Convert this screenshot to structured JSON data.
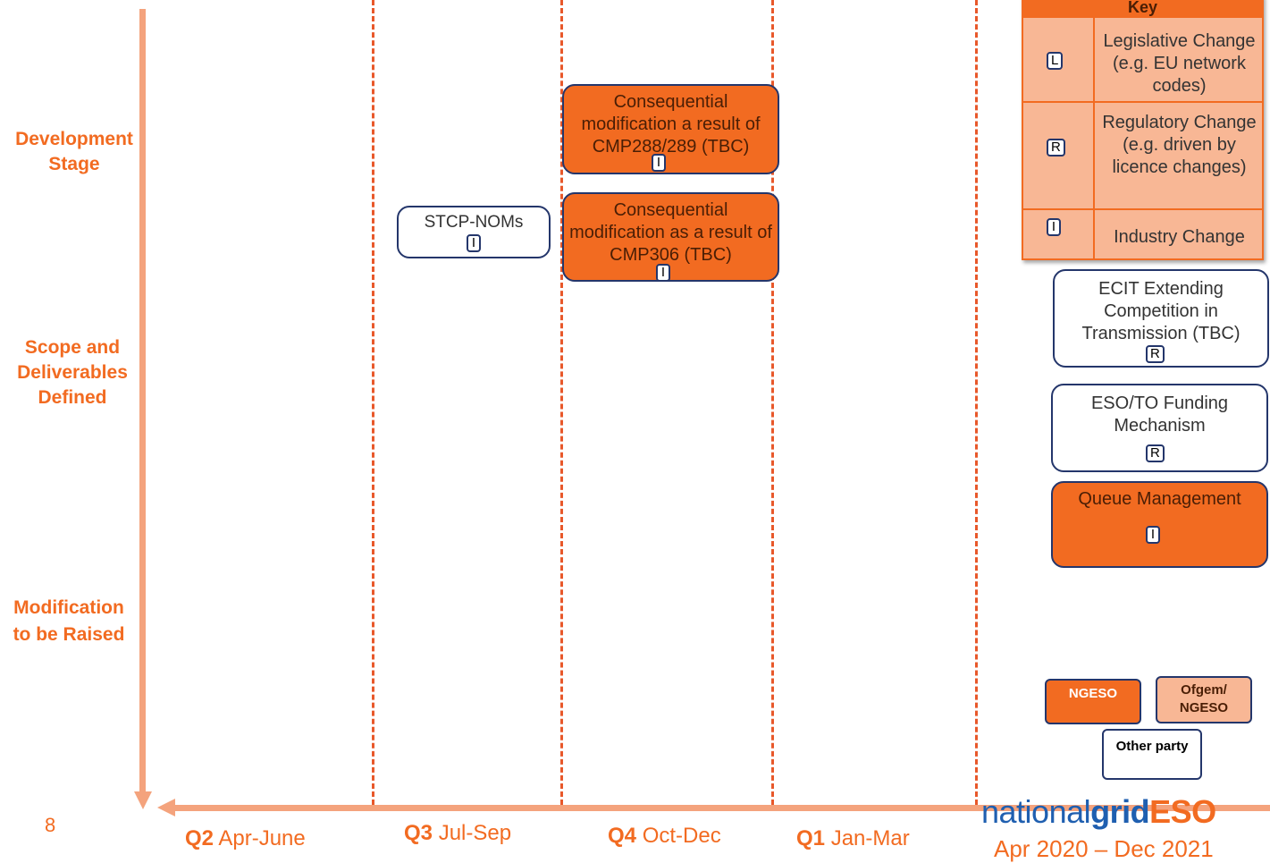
{
  "stages": {
    "development": [
      "Development",
      "Stage"
    ],
    "scope": [
      "Scope and",
      "Deliverables",
      "Defined"
    ],
    "modification": [
      "Modification",
      "to be Raised"
    ]
  },
  "quarters": [
    {
      "q": "Q2",
      "label": "Apr-June"
    },
    {
      "q": "Q3",
      "label": "Jul-Sep"
    },
    {
      "q": "Q4",
      "label": "Oct-Dec"
    },
    {
      "q": "Q1",
      "label": "Jan-Mar"
    }
  ],
  "items": {
    "stcp_noms": {
      "text": "STCP-NOMs",
      "tag": "I"
    },
    "cmp288": {
      "text": "Consequential modification a result of CMP288/289 (TBC)",
      "tag": "I"
    },
    "cmp306": {
      "text": "Consequential modification as a result of CMP306 (TBC)",
      "tag": "I"
    },
    "ecit": {
      "text": "ECIT Extending Competition in Transmission (TBC)",
      "tag": "R"
    },
    "eso_to": {
      "text": "ESO/TO Funding Mechanism",
      "tag": "R"
    },
    "queue": {
      "text": "Queue Management",
      "tag": "I"
    }
  },
  "key": {
    "title": "Key",
    "rows": [
      {
        "tag": "L",
        "desc": "Legislative Change (e.g. EU network codes)"
      },
      {
        "tag": "R",
        "desc": "Regulatory Change (e.g. driven by licence changes)"
      },
      {
        "tag": "I",
        "desc": "Industry Change"
      }
    ]
  },
  "legend": {
    "ngeso": "NGESO",
    "ofgem": "Ofgem/ NGESO",
    "other": "Other party"
  },
  "logo": {
    "national": "national",
    "grid": "grid",
    "eso": "ESO"
  },
  "date_range": "Apr 2020 –  Dec 2021",
  "page_number": "8",
  "colors": {
    "accent": "#f26b21",
    "navy": "#24366b",
    "key_fill": "#f8b795",
    "axis": "#f4a37d"
  }
}
